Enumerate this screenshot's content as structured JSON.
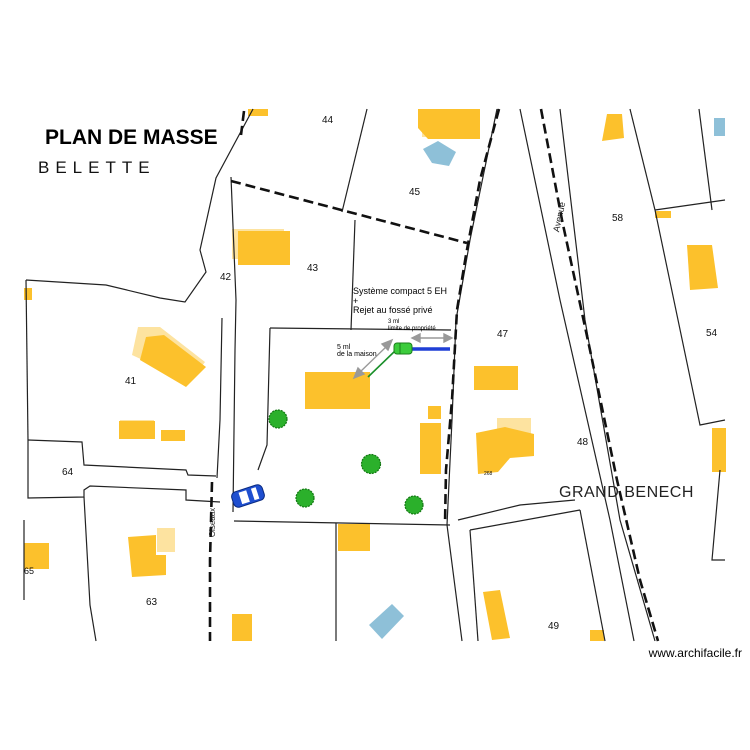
{
  "title": "PLAN DE MASSE",
  "subtitle": "BELETTE",
  "place_label": "GRAND BENECH",
  "street_labels": {
    "avenue": "Avenue",
    "oiseaux": "Oiseaux"
  },
  "system_annotation": {
    "line1": "Système compact 5 EH",
    "line2": "+",
    "line3": "Rejet au fossé privé"
  },
  "distance_house": {
    "value": "5 ml",
    "label": "de la maison"
  },
  "distance_property": {
    "value": "3 ml",
    "label": "limite de propriété"
  },
  "lots": {
    "l44": "44",
    "l45": "45",
    "l58": "58",
    "l42": "42",
    "l43": "43",
    "l47": "47",
    "l54": "54",
    "l41": "41",
    "l48": "48",
    "l64": "64",
    "l63": "63",
    "l49": "49",
    "l65": "65",
    "l268": "268"
  },
  "watermark": "www.archifacile.fr",
  "colors": {
    "building": "#fcc12c",
    "building_light": "#fde3a0",
    "water": "#8ec0d8",
    "tree": "#22aa22",
    "pipe_green": "#1a8f2a",
    "pipe_blue": "#1f3fd6",
    "tank": "#3ccc3c",
    "car": "#1f4fd0"
  }
}
